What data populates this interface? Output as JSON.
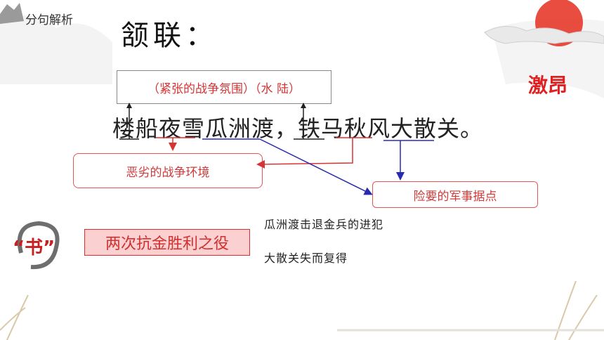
{
  "header": {
    "section_label": "分句解析",
    "title": "颔联："
  },
  "atmosphere_box": "（紧张的战争氛围）（水 陆）",
  "poem_line": "楼船夜雪瓜洲渡，铁马秋风大散关。",
  "mood_word": "激昂",
  "environment_box": "恶劣的战争环境",
  "military_box": "险要的军事据点",
  "shu_label": "“书”",
  "battles_box": "两次抗金胜利之役",
  "notes": [
    "瓜洲渡击退金兵的进犯",
    "大散关失而复得"
  ],
  "colors": {
    "red": "#d63434",
    "blue": "#2a2ab0",
    "highlight": "#fbd0d0"
  }
}
